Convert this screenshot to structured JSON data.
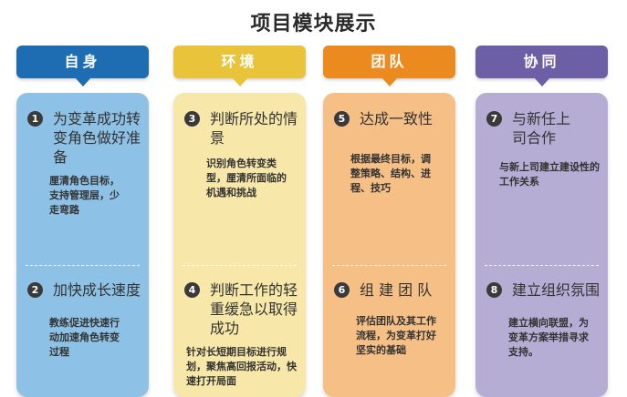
{
  "title": "项目模块展示",
  "columns": [
    {
      "tab": "自身",
      "tab_color": "#1e6db2",
      "card_color": "#8ec1e6",
      "items": [
        {
          "num": "1",
          "head": "为变革成功转变角色做好准备",
          "desc": "厘清角色目标，支持管理层，少走弯路"
        },
        {
          "num": "2",
          "head": "加快成长速度",
          "desc": "教练促进快速行动加速角色转变过程"
        }
      ]
    },
    {
      "tab": "环境",
      "tab_color": "#e9c43a",
      "card_color": "#f7e7a8",
      "items": [
        {
          "num": "3",
          "head": "判断所处的情景",
          "desc": "识别角色转变类型，厘清所面临的机遇和挑战"
        },
        {
          "num": "4",
          "head": "判断工作的轻重缓急以取得成功",
          "desc": "针对长短期目标进行规划，聚焦高回报活动，快速打开局面"
        }
      ]
    },
    {
      "tab": "团队",
      "tab_color": "#ea8a1f",
      "card_color": "#f5bf86",
      "items": [
        {
          "num": "5",
          "head": "达成一致性",
          "desc": "根据最终目标，调整策略、结构、进程、技巧"
        },
        {
          "num": "6",
          "head": "组 建 团 队",
          "desc": "评估团队及其工作流程，为变革打好坚实的基础"
        }
      ]
    },
    {
      "tab": "协同",
      "tab_color": "#6d5fa6",
      "card_color": "#b5add3",
      "items": [
        {
          "num": "7",
          "head": "与新任上司合作",
          "desc": "与新上司建立建设性的工作关系"
        },
        {
          "num": "8",
          "head": "建立组织氛围",
          "desc": "建立横向联盟，为变革方案举措寻求支持。"
        }
      ]
    }
  ]
}
